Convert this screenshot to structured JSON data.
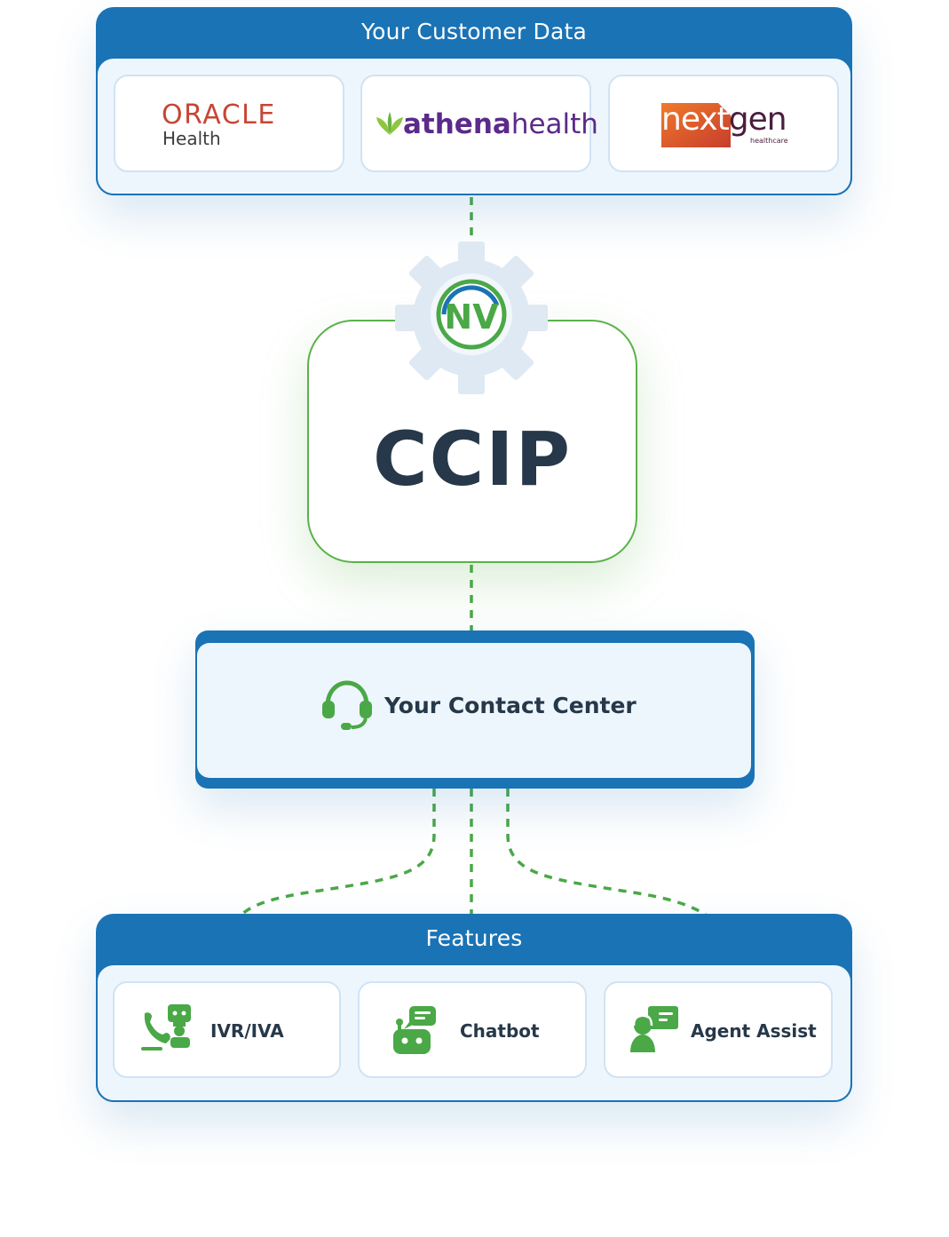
{
  "customer_data": {
    "title": "Your Customer Data",
    "logos": {
      "oracle": {
        "word": "ORACLE",
        "sub": "Health"
      },
      "athena": {
        "bold": "athena",
        "regular": "health"
      },
      "nextgen": {
        "part1": "next",
        "part2": "gen",
        "sub": "healthcare"
      }
    }
  },
  "ccip": {
    "label": "CCIP",
    "badge": "NV"
  },
  "contact_center": {
    "label": "Your Contact Center"
  },
  "features": {
    "title": "Features",
    "items": [
      {
        "label": "IVR/IVA",
        "icon": "ivr-robot-phone-icon"
      },
      {
        "label": "Chatbot",
        "icon": "chatbot-icon"
      },
      {
        "label": "Agent Assist",
        "icon": "agent-assist-icon"
      }
    ]
  },
  "colors": {
    "brand_blue": "#1a73b5",
    "panel_bg": "#eef6fd",
    "accent_green": "#5bb24a",
    "text_dark": "#263849",
    "oracle_red": "#c74634",
    "athena_purple": "#5b2a8b",
    "nextgen_orange": "#e8592a",
    "nextgen_plum": "#4a1e3f"
  }
}
